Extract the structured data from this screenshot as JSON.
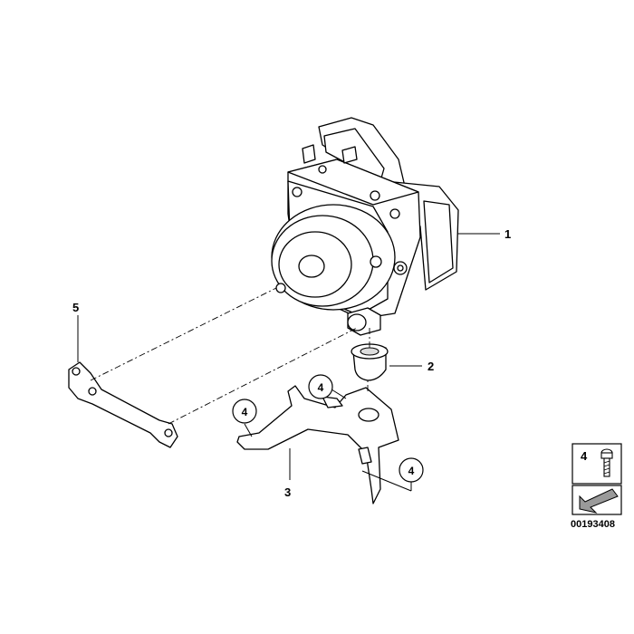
{
  "callouts": {
    "part1": "1",
    "part2": "2",
    "part3": "3",
    "part5": "5",
    "part4a": "4",
    "part4b": "4",
    "part4c": "4"
  },
  "legend": {
    "screw_number": "4"
  },
  "diagram_number": "00193408"
}
